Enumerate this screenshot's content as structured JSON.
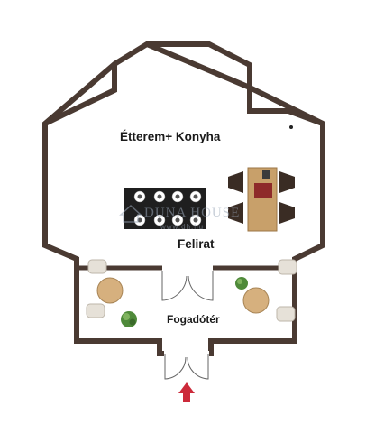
{
  "labels": {
    "restaurant_kitchen": "Étterem+ Konyha",
    "sign": "Felirat",
    "lobby": "Fogadótér"
  },
  "watermark": {
    "brand": "DUNA HOUSE",
    "url": "www.dh.hu"
  },
  "colors": {
    "wall": "#4a3a32",
    "floor": "#ffffff",
    "wood": "#c8a06a",
    "table_dark": "#2a2a2a",
    "chair": "#e9e4dc",
    "plant": "#4f8a3a",
    "entrance_arrow": "#cc2a3a"
  },
  "icons": {
    "entrance": "arrow-up-icon",
    "doors": "double-door-icon",
    "plants": "plant-icon",
    "watermark_logo": "house-logo-icon"
  }
}
